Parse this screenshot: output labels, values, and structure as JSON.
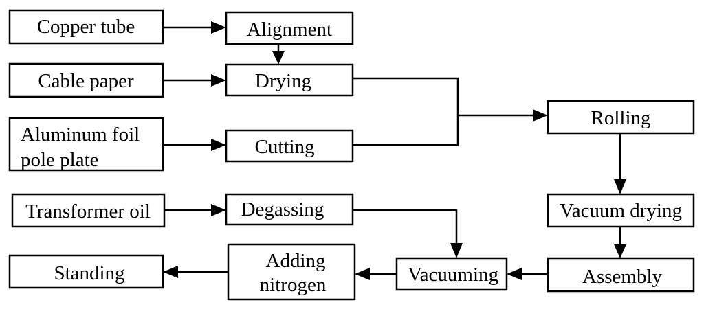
{
  "diagram": {
    "nodes": {
      "copper_tube": "Copper tube",
      "alignment": "Alignment",
      "cable_paper": "Cable paper",
      "drying": "Drying",
      "aluminum_foil_line1": "Aluminum foil",
      "aluminum_foil_line2": "pole plate",
      "cutting": "Cutting",
      "rolling": "Rolling",
      "transformer_oil": "Transformer oil",
      "degassing": "Degassing",
      "vacuum_drying": "Vacuum drying",
      "standing": "Standing",
      "adding_nitrogen_line1": "Adding",
      "adding_nitrogen_line2": "nitrogen",
      "vacuuming": "Vacuuming",
      "assembly": "Assembly"
    },
    "edges": [
      {
        "from": "Copper tube",
        "to": "Alignment"
      },
      {
        "from": "Alignment",
        "to": "Drying"
      },
      {
        "from": "Cable paper",
        "to": "Drying"
      },
      {
        "from": "Aluminum foil pole plate",
        "to": "Cutting"
      },
      {
        "from": "Drying",
        "to": "Rolling"
      },
      {
        "from": "Cutting",
        "to": "Rolling"
      },
      {
        "from": "Rolling",
        "to": "Vacuum drying"
      },
      {
        "from": "Vacuum drying",
        "to": "Assembly"
      },
      {
        "from": "Transformer oil",
        "to": "Degassing"
      },
      {
        "from": "Degassing",
        "to": "Vacuuming"
      },
      {
        "from": "Assembly",
        "to": "Vacuuming"
      },
      {
        "from": "Vacuuming",
        "to": "Adding nitrogen"
      },
      {
        "from": "Adding nitrogen",
        "to": "Standing"
      }
    ]
  }
}
